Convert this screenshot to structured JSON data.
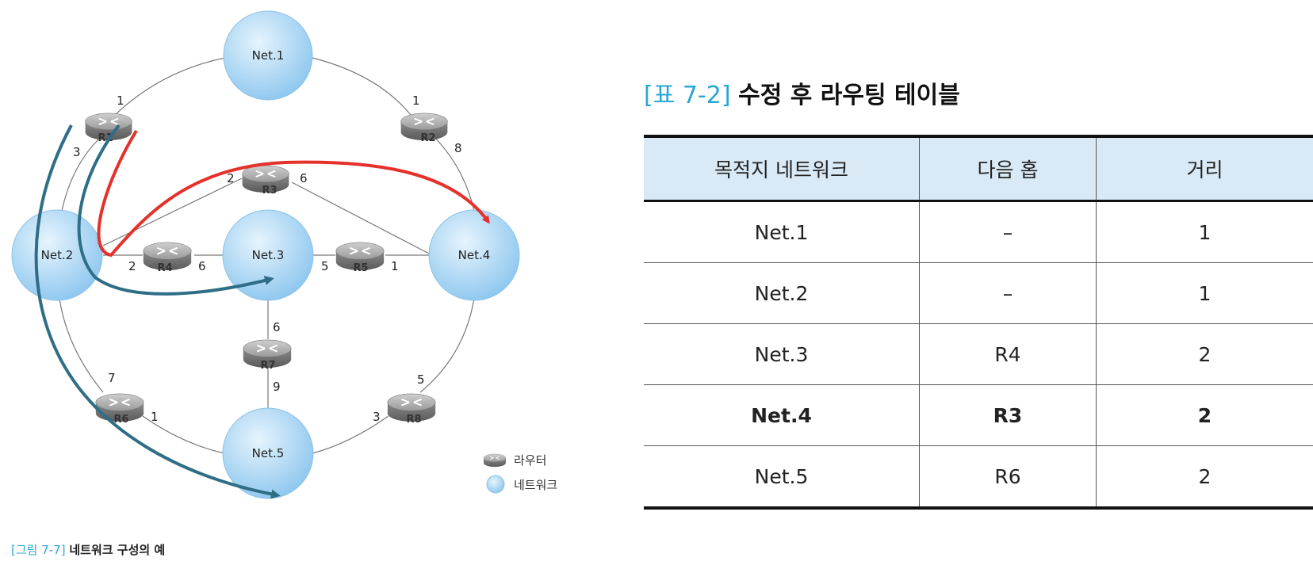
{
  "diagram": {
    "networks": [
      "Net.1",
      "Net.2",
      "Net.3",
      "Net.4",
      "Net.5"
    ],
    "routers": [
      "R1",
      "R2",
      "R3",
      "R4",
      "R5",
      "R6",
      "R7",
      "R8"
    ],
    "hop_labels": {
      "r1_net1": "1",
      "r1_net2": "3",
      "r2_net1": "1",
      "r2_net4": "8",
      "r3_net2": "2",
      "r3_net4": "6",
      "r4_net2": "2",
      "r4_net3": "6",
      "r5_net3": "5",
      "r5_net4": "1",
      "r6_net2": "7",
      "r6_net5": "1",
      "r7_net3": "6",
      "r7_net5": "9",
      "r8_net4": "5",
      "r8_net5": "3"
    },
    "legend": {
      "router": "라우터",
      "network": "네트워크"
    },
    "caption": {
      "number": "[그림 7-7]",
      "text": "네트워크 구성의 예"
    },
    "colors": {
      "path_red": "#e5312b",
      "path_teal": "#2e6e86",
      "network_fill": "#a9d4f2",
      "router_fill": "#8a8a8a"
    }
  },
  "table": {
    "title_number": "[표 7-2]",
    "title_text": "수정 후 라우팅 테이블",
    "headers": [
      "목적지 네트워크",
      "다음 홉",
      "거리"
    ],
    "rows": [
      [
        "Net.1",
        "–",
        "1"
      ],
      [
        "Net.2",
        "–",
        "1"
      ],
      [
        "Net.3",
        "R4",
        "2"
      ],
      [
        "Net.4",
        "R3",
        "2"
      ],
      [
        "Net.5",
        "R6",
        "2"
      ]
    ],
    "header_color": "#d9eaf6"
  }
}
